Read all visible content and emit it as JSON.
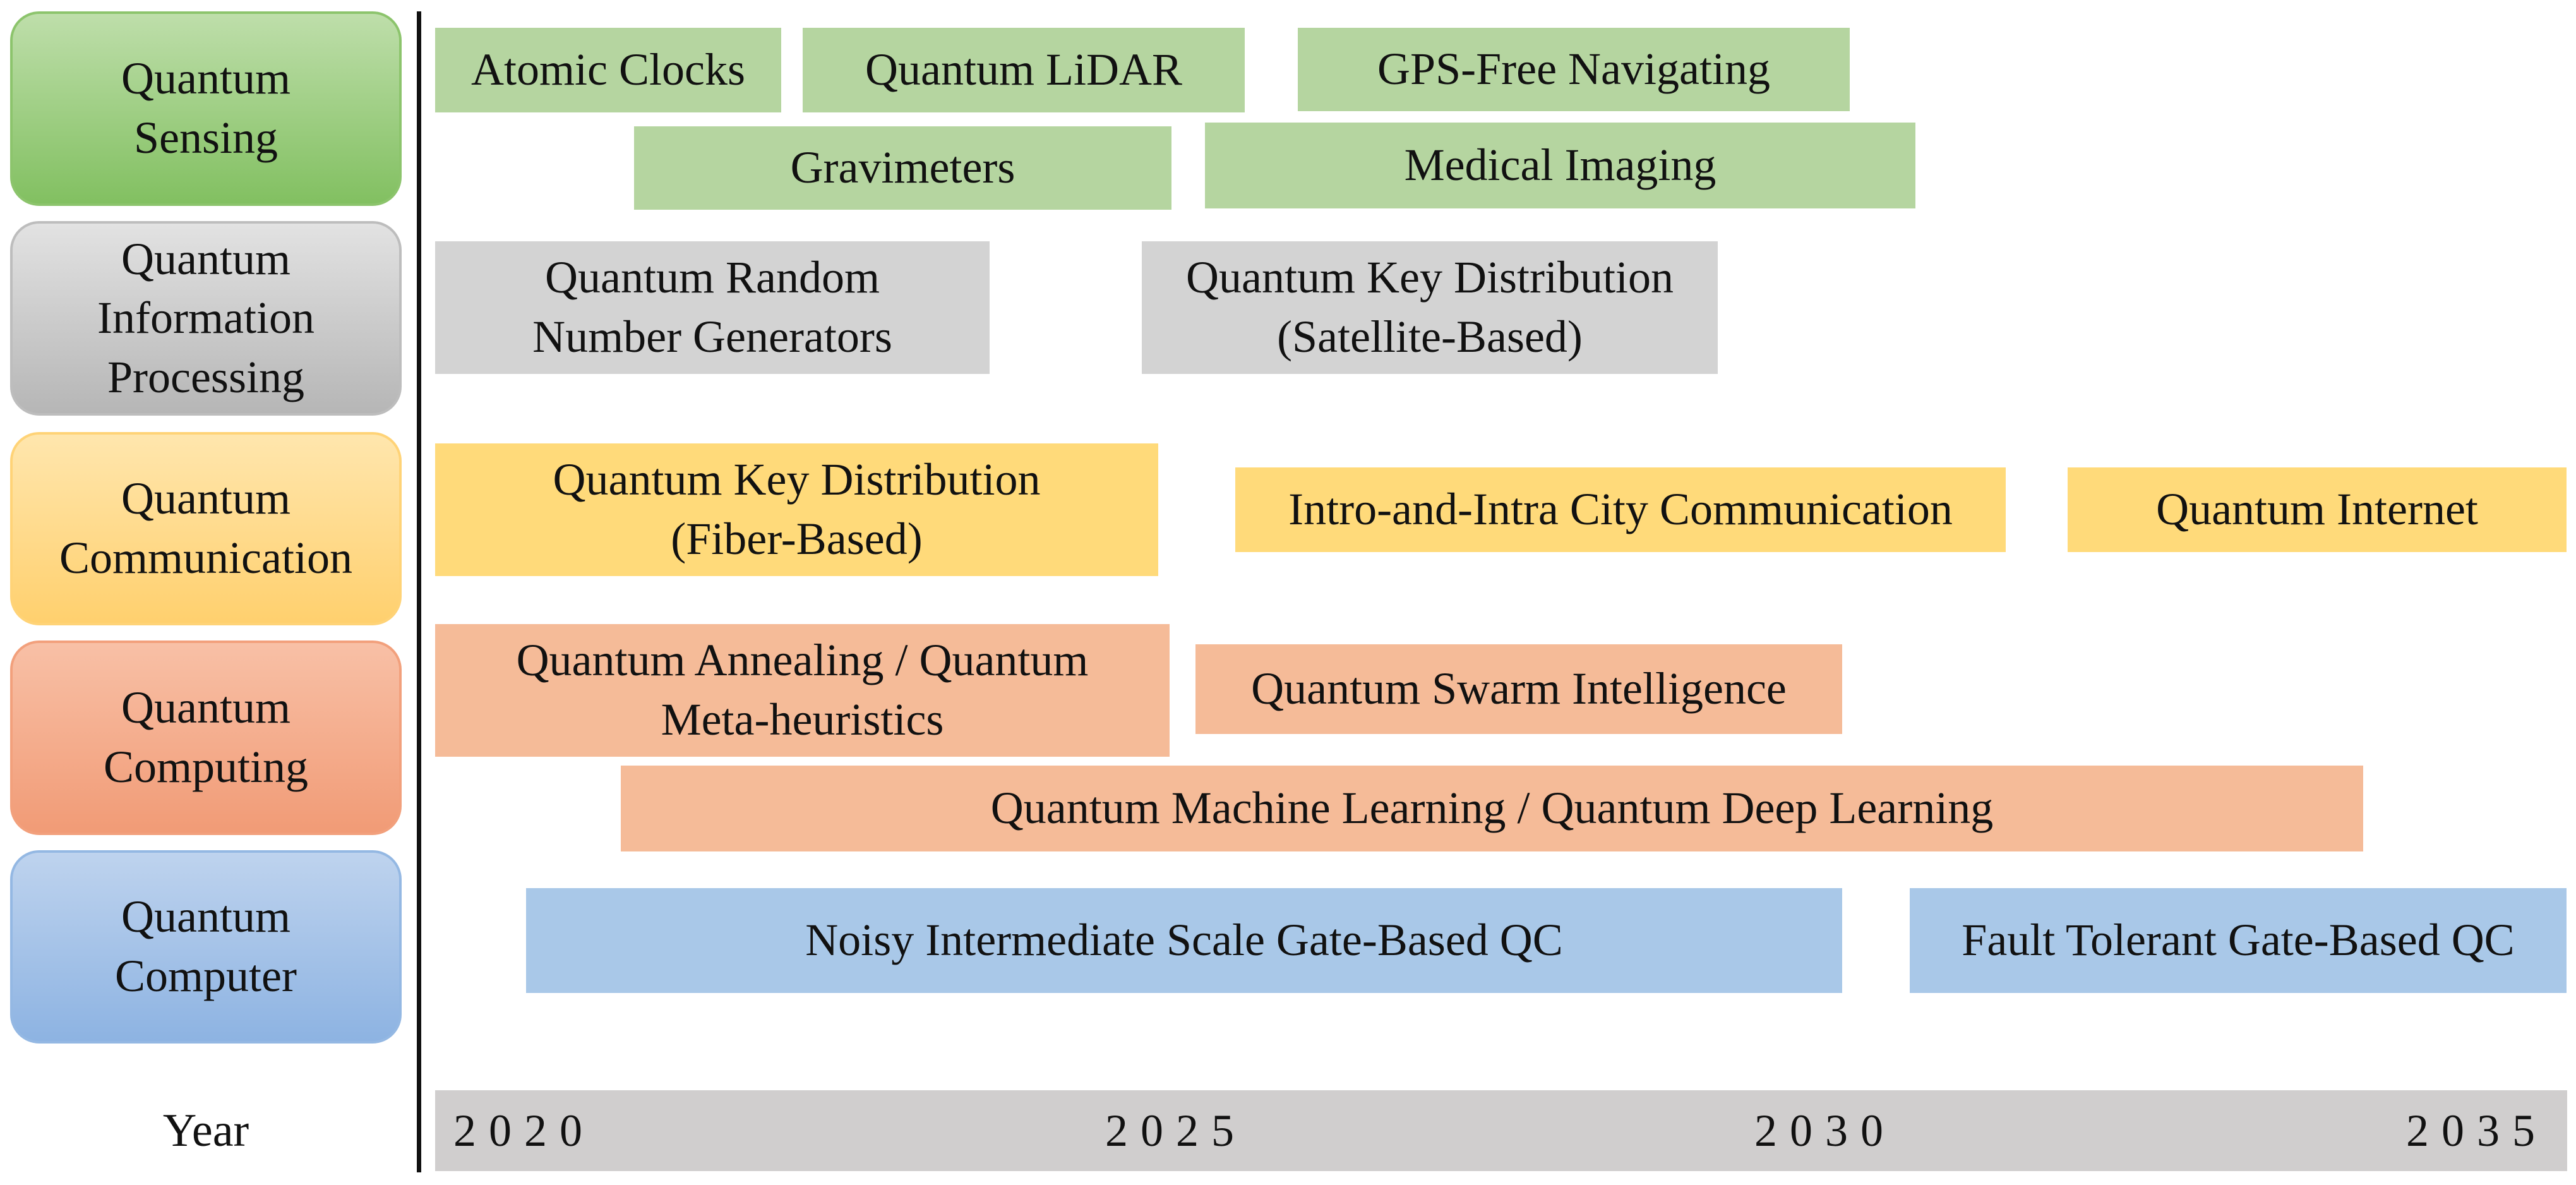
{
  "categories": {
    "sensing": "Quantum\nSensing",
    "info": "Quantum\nInformation\nProcessing",
    "comm": "Quantum\nCommunication",
    "comp": "Quantum\nComputing",
    "qc": "Quantum\nComputer"
  },
  "year_label": "Year",
  "bars": {
    "atomic_clocks": "Atomic Clocks",
    "lidar": "Quantum LiDAR",
    "gps_free": "GPS-Free Navigating",
    "gravimeters": "Gravimeters",
    "medical_imaging": "Medical Imaging",
    "qrng": "Quantum Random\nNumber Generators",
    "qkd_sat": "Quantum Key Distribution\n(Satellite-Based)",
    "qkd_fiber": "Quantum Key Distribution\n(Fiber-Based)",
    "city_comm": "Intro-and-Intra City Communication",
    "q_internet": "Quantum Internet",
    "annealing": "Quantum Annealing / Quantum\nMeta-heuristics",
    "swarm": "Quantum Swarm Intelligence",
    "qml": "Quantum Machine Learning / Quantum Deep Learning",
    "nisq": "Noisy Intermediate Scale Gate-Based QC",
    "fault_tolerant": "Fault Tolerant Gate-Based QC"
  },
  "years": [
    "2020",
    "2025",
    "2030",
    "2035"
  ],
  "colors": {
    "sensing": "#b5d5a0",
    "info": "#d3d3d3",
    "comm": "#ffda7a",
    "computing": "#f5bb98",
    "computer": "#a9c8e8",
    "axis": "#d0cece"
  }
}
